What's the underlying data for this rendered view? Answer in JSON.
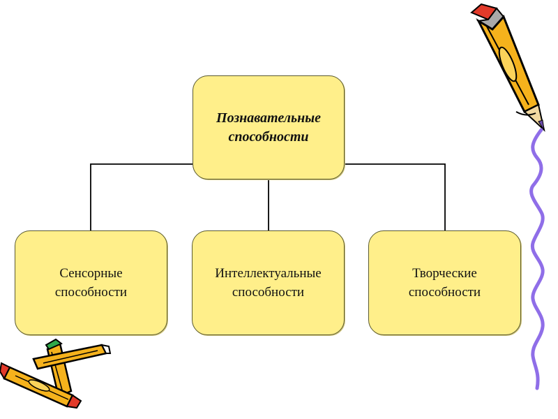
{
  "diagram": {
    "root": {
      "label": "Познавательные\nспособности"
    },
    "children": [
      {
        "label": "Сенсорные\nспособности"
      },
      {
        "label": "Интеллектуальные\nспособности"
      },
      {
        "label": "Творческие\nспособности"
      }
    ]
  },
  "colors": {
    "box_fill": "#ffef8a",
    "box_border": "#5a5a30",
    "connector": "#000000",
    "pencil_body": "#f5b21c",
    "pencil_outline": "#000000",
    "wave_line": "#8f6ee8"
  },
  "icons": [
    "pencil-icon",
    "crayon-icon",
    "wavy-line-icon"
  ]
}
